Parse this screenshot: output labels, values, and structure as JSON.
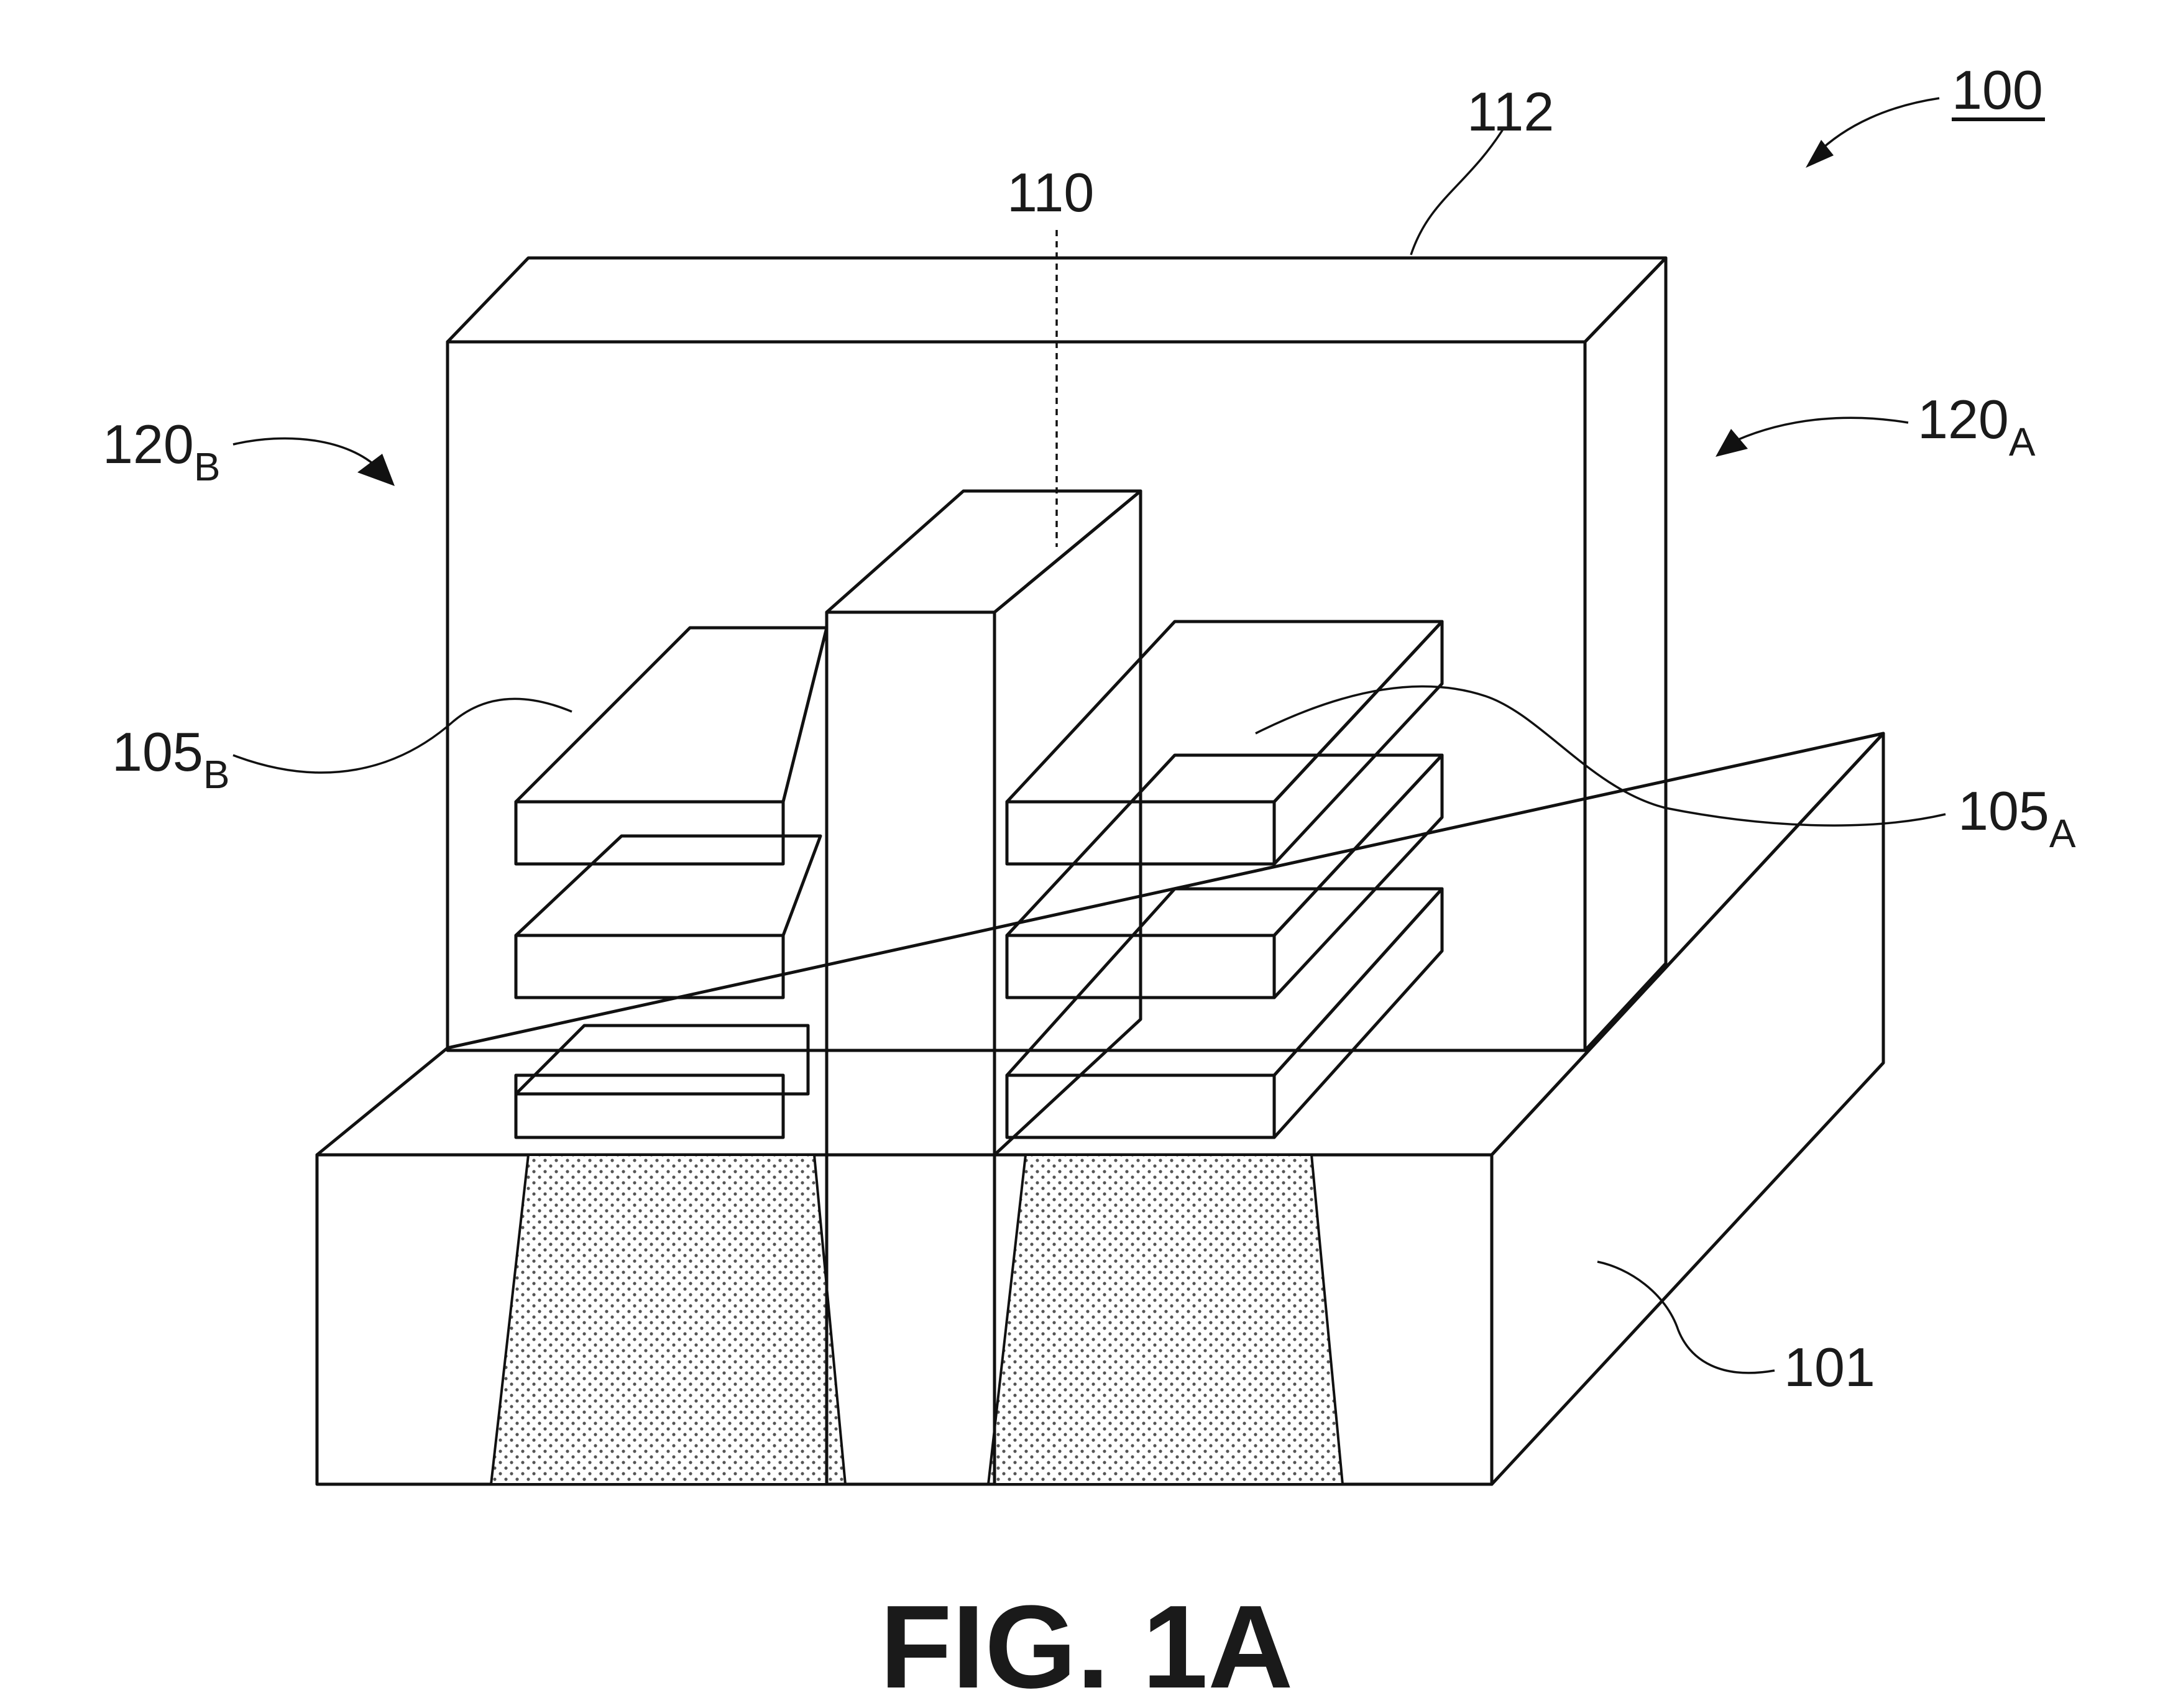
{
  "figure": {
    "caption": "FIG. 1A",
    "labels": {
      "device": "100",
      "substrate": "101",
      "channel_a": "105",
      "channel_a_sub": "A",
      "channel_b": "105",
      "channel_b_sub": "B",
      "wall": "110",
      "gate": "112",
      "transistor_a": "120",
      "transistor_a_sub": "A",
      "transistor_b": "120",
      "transistor_b_sub": "B"
    }
  }
}
